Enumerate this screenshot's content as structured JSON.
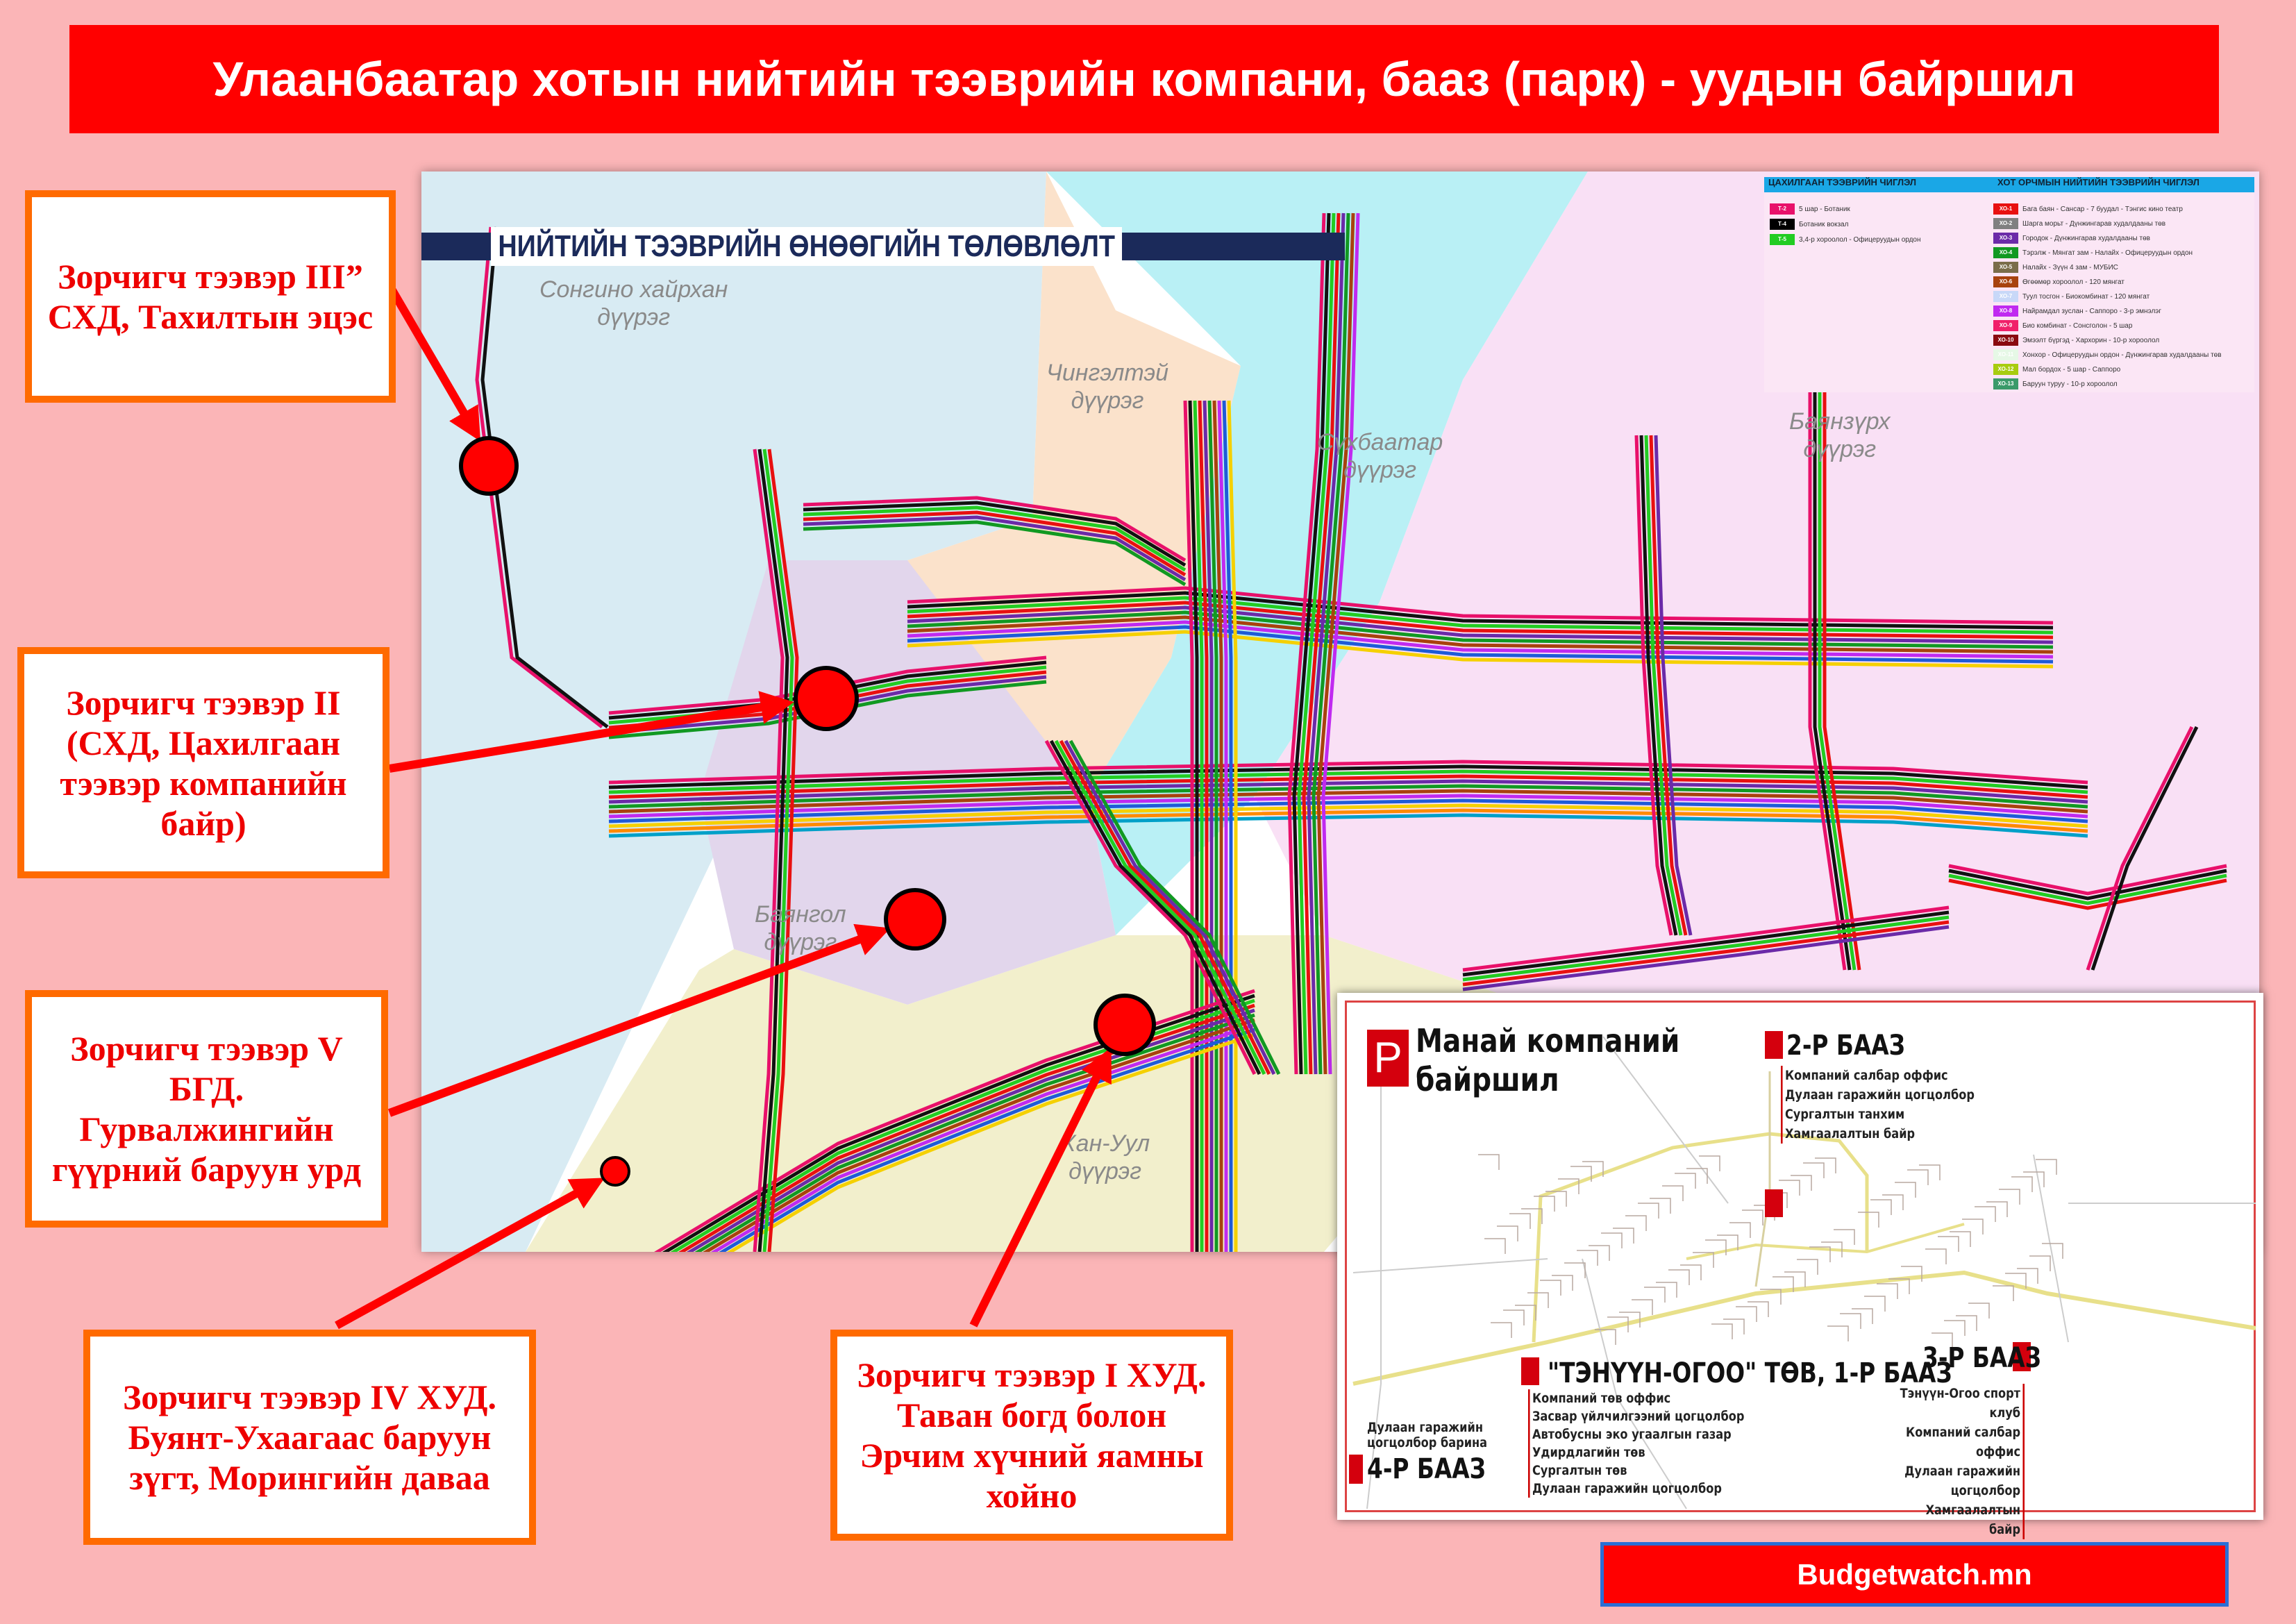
{
  "title": "Улаанбаатар хотын нийтийн тээврийн компани, бааз (парк) - уудын байршил",
  "map": {
    "title": "НИЙТИЙН ТЭЭВРИЙН ӨНӨӨГИЙН ТӨЛӨВЛӨЛТ",
    "districts": [
      {
        "name": "Сонгино хайрхан",
        "suffix": "дүүрэг"
      },
      {
        "name": "Чингэлтэй",
        "suffix": "дүүрэг"
      },
      {
        "name": "Сүхбаатар",
        "suffix": "дүүрэг"
      },
      {
        "name": "Баянзүрх",
        "suffix": "дүүрэг"
      },
      {
        "name": "Баянгол",
        "suffix": "дүүрэг"
      },
      {
        "name": "Хан-Уул",
        "suffix": "дүүрэг"
      }
    ],
    "legend": {
      "left_header": "ЦАХИЛГААН ТЭЭВРИЙН ЧИГЛЭЛ",
      "right_header": "ХОТ ОРЧМЫН НИЙТИЙН ТЭЭВРИЙН ЧИГЛЭЛ",
      "trolley": [
        {
          "code": "Т-2",
          "label": "5 шар - Ботаник",
          "color": "#e8106a"
        },
        {
          "code": "Т-4",
          "label": "Ботаник вокзал",
          "color": "#000000"
        },
        {
          "code": "Т-5",
          "label": "3,4-р хороолол - Офицеруудын ордон",
          "color": "#22cc22"
        }
      ],
      "suburban": [
        {
          "code": "ХО-1",
          "label": "Бага баян - Сансар - 7 буудал - Тэнгис кино театр",
          "color": "#e81010"
        },
        {
          "code": "ХО-2",
          "label": "Шарга морьт - Дүнжингарав худалдааны төв",
          "color": "#808080"
        },
        {
          "code": "ХО-3",
          "label": "Городок - Дүнжингарав худалдааны төв",
          "color": "#6b2aa8"
        },
        {
          "code": "ХО-4",
          "label": "Тэрэлж - Мянгат зам - Налайх - Офицеруудын ордон",
          "color": "#119922"
        },
        {
          "code": "ХО-5",
          "label": "Налайх - Зүүн 4 зам - МУБИС",
          "color": "#7a6d4a"
        },
        {
          "code": "ХО-6",
          "label": "Өгөөмөр хороолол - 120 мянгат",
          "color": "#a8420e"
        },
        {
          "code": "ХО-7",
          "label": "Туул тосгон - Биокомбинат - 120 мянгат",
          "color": "#c8d8f8"
        },
        {
          "code": "ХО-8",
          "label": "Найрамдал зуслан - Саппоро - 3-р эмнэлэг",
          "color": "#c02af0"
        },
        {
          "code": "ХО-9",
          "label": "Био комбинат - Сонсголон - 5 шар",
          "color": "#f0206a"
        },
        {
          "code": "ХО-10",
          "label": "Эмээлт бүргэд - Хархорин - 10-р хороолол",
          "color": "#8a0a10"
        },
        {
          "code": "ХО-11",
          "label": "Хонхор - Офицеруудын ордон - Дүнжингарав худалдааны төв",
          "color": "#e6f8e6"
        },
        {
          "code": "ХО-12",
          "label": "Мал бордох - 5 шар - Саппоро",
          "color": "#a8cc10"
        },
        {
          "code": "ХО-13",
          "label": "Баруун туруу - 10-р хороолол",
          "color": "#3a9a6a"
        }
      ]
    }
  },
  "callouts": [
    {
      "text": "Зорчигч тээвэр III” СХД, Тахилтын эцэс"
    },
    {
      "text": "Зорчигч тээвэр II (СХД, Цахилгаан тээвэр компанийн байр)"
    },
    {
      "text": "Зорчигч тээвэр V БГД. Гурвалжингийн гүүрний баруун урд"
    },
    {
      "text": "Зорчигч тээвэр IV ХУД. Буянт-Ухаагаас баруун зүгт, Морингийн даваа"
    },
    {
      "text": "Зорчигч тээвэр I ХУД. Таван богд болон Эрчим хүчний яамны хойно"
    }
  ],
  "inset": {
    "p_icon": "P",
    "heading": "Манай компаний байршил",
    "base2": {
      "title": "2-Р БААЗ",
      "items": [
        "Компаний салбар оффис",
        "Дулаан гаражийн цогцолбор",
        "Сургалтын танхим",
        "Хамгаалалтын байр"
      ]
    },
    "base1": {
      "title": "\"ТЭНҮҮН-ОГОО\" ТӨВ, 1-Р БААЗ",
      "items": [
        "Компаний төв оффис",
        "Засвар үйлчилгээний цогцолбор",
        "Автобусны эко угаалгын газар",
        "Удирдлагийн төв",
        "Сургалтын төв",
        "Дулаан гаражийн цогцолбор"
      ]
    },
    "base3": {
      "title": "3-Р БААЗ",
      "items": [
        "Тэнүүн-Огоо спорт клуб",
        "Компаний салбар оффис",
        "Дулаан гаражийн цогцолбор",
        "Хамгаалалтын байр"
      ]
    },
    "base4": {
      "title": "4-Р БААЗ",
      "note": "Дулаан гаражийн цогцолбор барина"
    }
  },
  "footer": {
    "source": "Budgetwatch.mn"
  },
  "colors": {
    "title_bg": "#ff0000",
    "page_bg": "#fbb5b7",
    "callout_border": "#ff6a00",
    "callout_text": "#ee0000",
    "marker": "#ff0000"
  }
}
